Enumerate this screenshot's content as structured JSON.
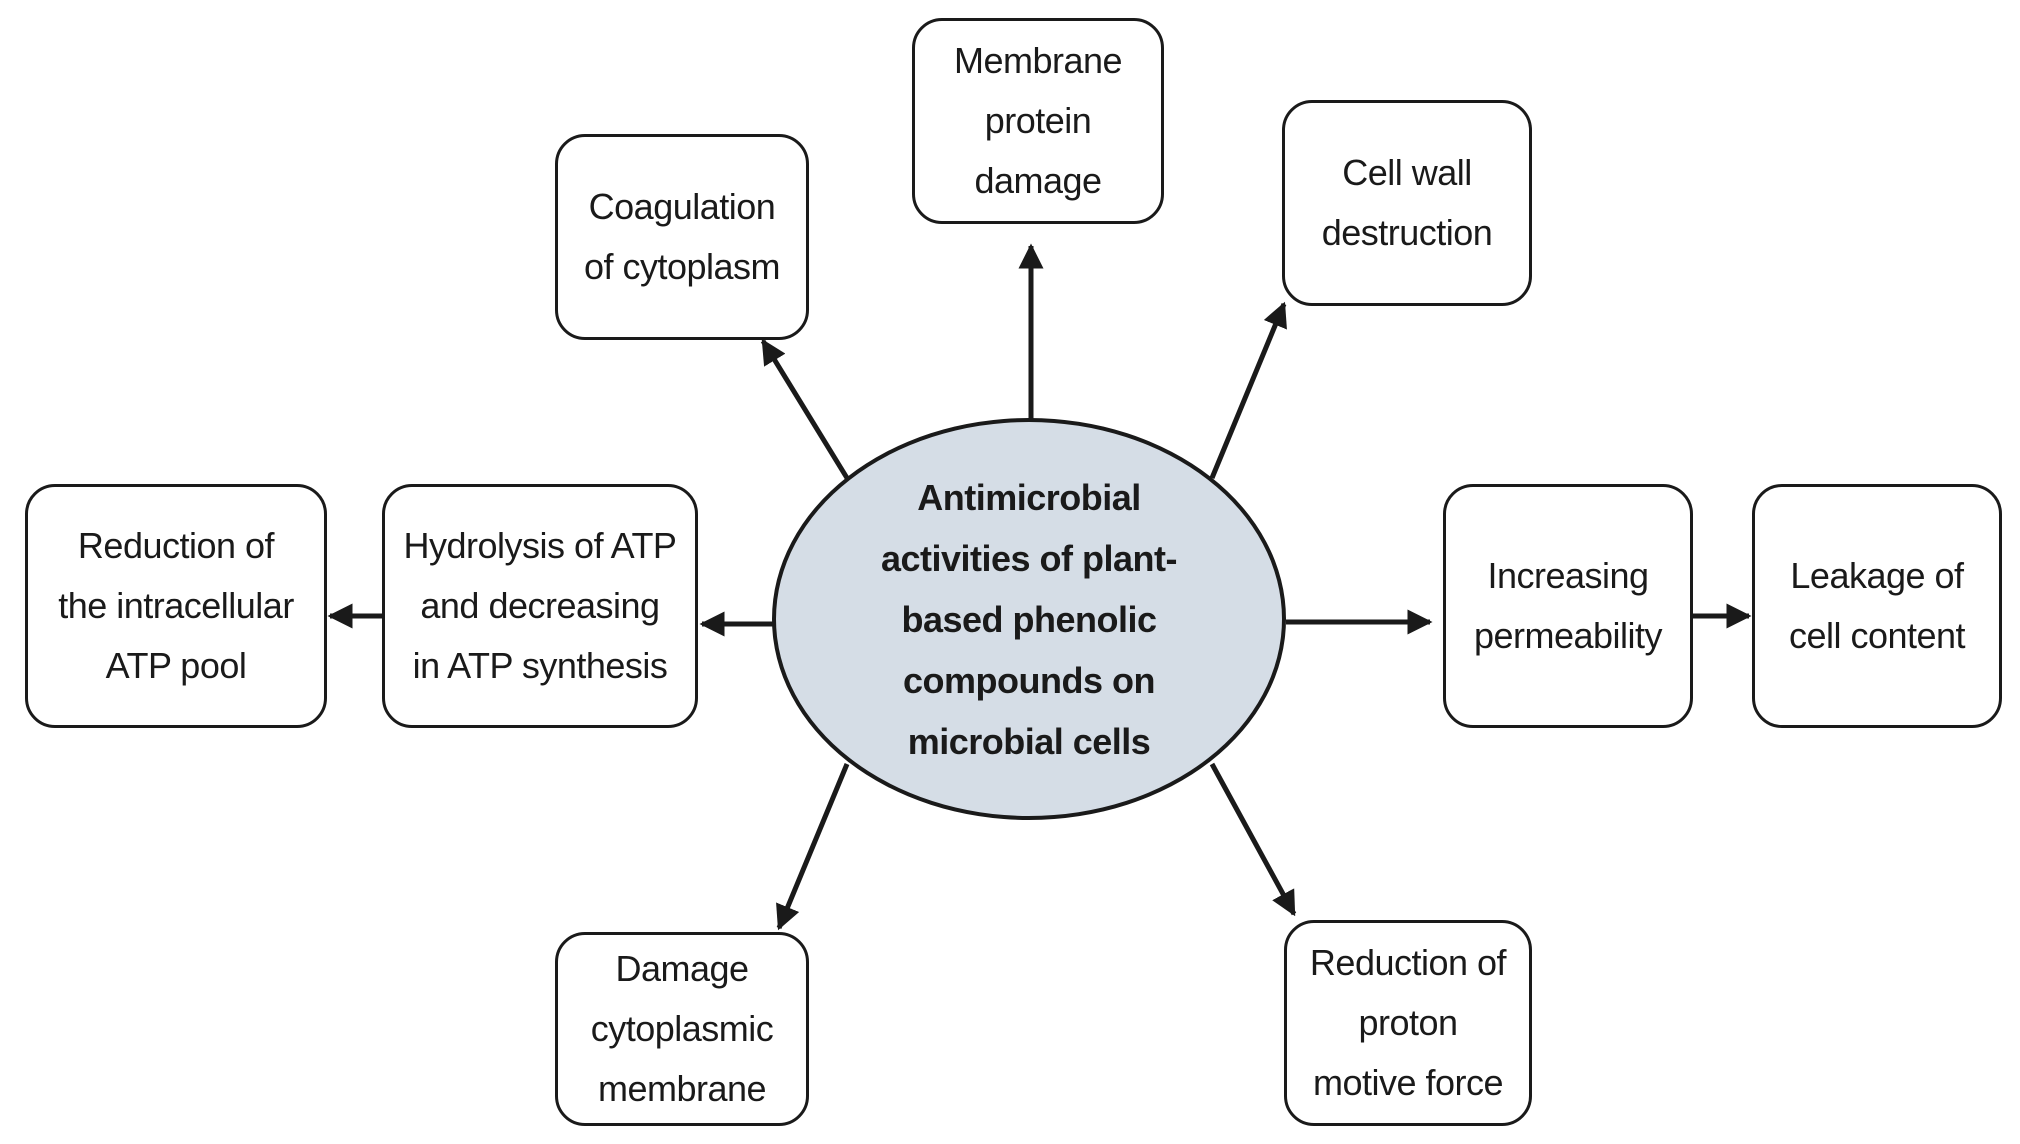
{
  "diagram": {
    "center": {
      "label": "Antimicrobial\nactivities of plant-\nbased phenolic\ncompounds on\nmicrobial cells",
      "fill": "#d5dde6"
    },
    "nodes": {
      "membrane_protein_damage": "Membrane\nprotein\ndamage",
      "coagulation_of_cytoplasm": "Coagulation\nof cytoplasm",
      "cell_wall_destruction": "Cell wall\ndestruction",
      "reduction_of_intracellular_atp_pool": "Reduction of\nthe intracellular\nATP pool",
      "hydrolysis_of_atp": "Hydrolysis of ATP\nand decreasing\nin ATP synthesis",
      "increasing_permeability": "Increasing\npermeability",
      "leakage_of_cell_content": "Leakage of\ncell content",
      "damage_cytoplasmic_membrane": "Damage\ncytoplasmic\nmembrane",
      "reduction_of_proton_motive_force": "Reduction of\nproton\nmotive force"
    },
    "edges": [
      {
        "from": "center",
        "to": "membrane_protein_damage"
      },
      {
        "from": "center",
        "to": "coagulation_of_cytoplasm"
      },
      {
        "from": "center",
        "to": "cell_wall_destruction"
      },
      {
        "from": "center",
        "to": "hydrolysis_of_atp"
      },
      {
        "from": "hydrolysis_of_atp",
        "to": "reduction_of_intracellular_atp_pool"
      },
      {
        "from": "center",
        "to": "increasing_permeability"
      },
      {
        "from": "increasing_permeability",
        "to": "leakage_of_cell_content"
      },
      {
        "from": "center",
        "to": "damage_cytoplasmic_membrane"
      },
      {
        "from": "center",
        "to": "reduction_of_proton_motive_force"
      }
    ],
    "colors": {
      "line": "#1a1a1a",
      "box_border": "#1a1a1a",
      "box_fill": "#ffffff"
    }
  }
}
